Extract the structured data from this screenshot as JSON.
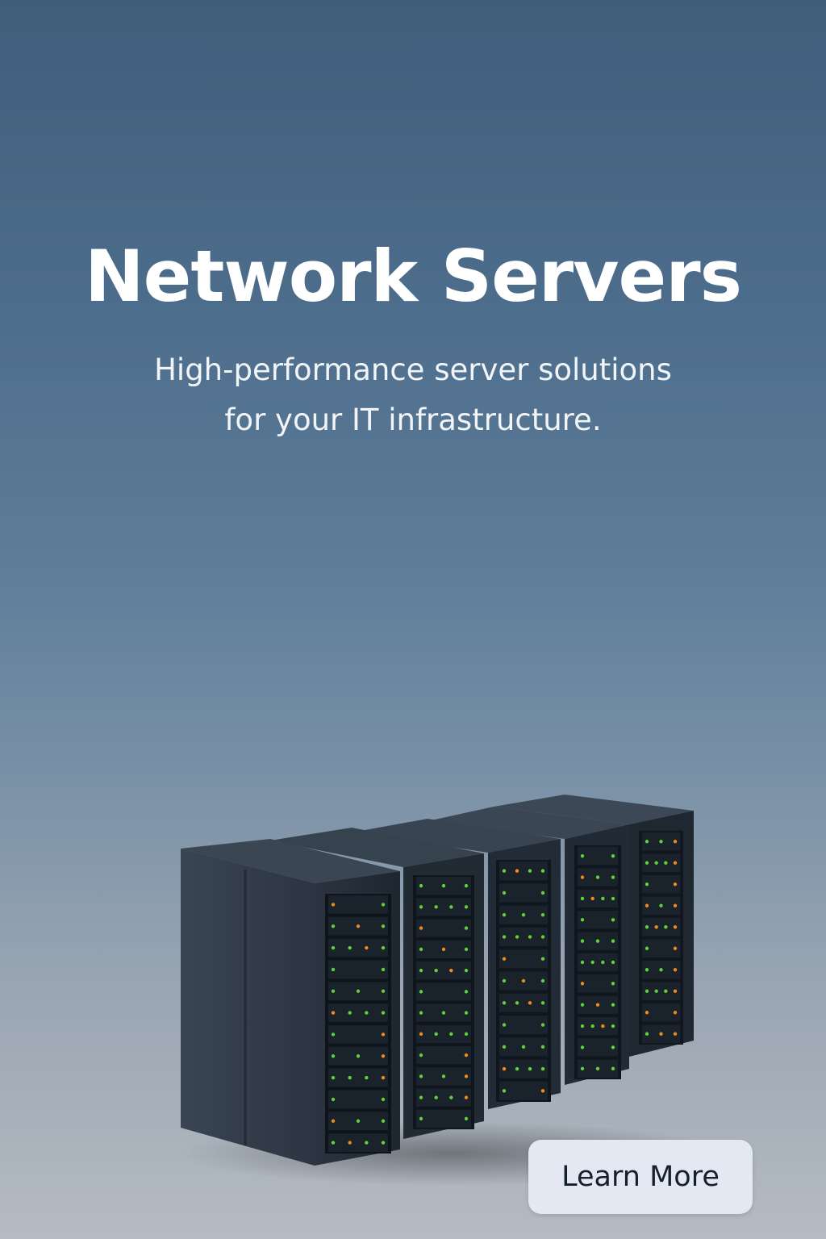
{
  "hero": {
    "title": "Network Servers",
    "subtitle": "High-performance server solutions\nfor your IT infrastructure."
  },
  "cta": {
    "label": "Learn More"
  },
  "illustration": {
    "icon": "server-rack-icon",
    "led_colors": [
      "#5fd23a",
      "#f08a1c"
    ],
    "rack_color": "#2e3844"
  }
}
